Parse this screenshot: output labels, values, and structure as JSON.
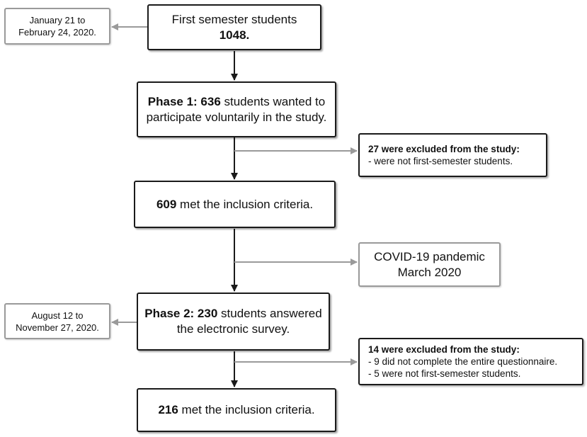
{
  "nodes": {
    "first_semester": {
      "line1": "First semester students",
      "line2_bold": "1048."
    },
    "phase1": {
      "bold": "Phase 1: 636",
      "text_a": " students wanted to",
      "line2": "participate voluntarily in the study."
    },
    "met1": {
      "bold": "609",
      "text": " met the inclusion criteria."
    },
    "phase2": {
      "bold": "Phase 2: 230",
      "text_a": " students answered",
      "line2": "the electronic survey."
    },
    "met2": {
      "bold": "216",
      "text": " met the inclusion criteria."
    }
  },
  "exclusions": {
    "first": {
      "title": "27 were excluded from the study:",
      "items": [
        "- were not first-semester students."
      ]
    },
    "second": {
      "title": "14 were excluded from the study:",
      "items": [
        "- 9 did not complete the entire questionnaire.",
        "- 5 were not first-semester students."
      ]
    }
  },
  "side_notes": {
    "date1": {
      "line1": "January 21 to",
      "line2": "February 24, 2020."
    },
    "covid": {
      "line1": "COVID-19 pandemic",
      "line2": "March 2020"
    },
    "date2": {
      "line1": "August 12 to",
      "line2": "November 27, 2020."
    }
  },
  "colors": {
    "main_arrow": "#1a1a1a",
    "side_arrow": "#9a9a9a",
    "side_border": "#9a9a9a"
  }
}
